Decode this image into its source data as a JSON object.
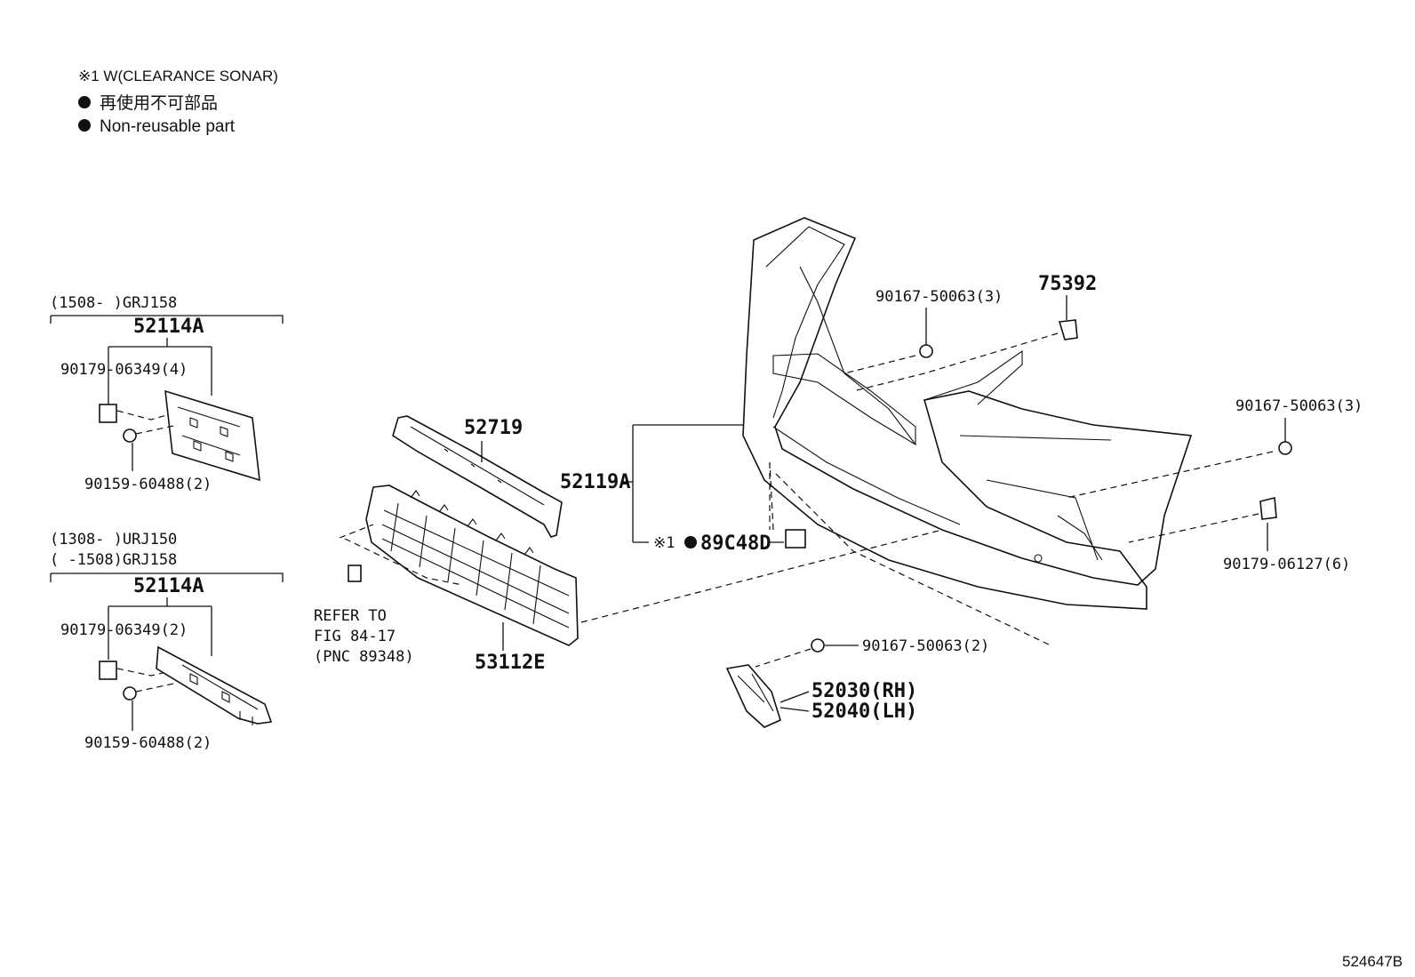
{
  "legend": {
    "note_w": "※1 W(CLEARANCE SONAR)",
    "non_reusable_jp": "再使用不可部品",
    "non_reusable_en": "Non-reusable part"
  },
  "group_top": {
    "applicability": "(1508-    )GRJ158",
    "assembly": "52114A",
    "clip": "90179-06349(4)",
    "screw": "90159-60488(2)"
  },
  "group_bottom": {
    "applicability_1": "(1308-    )URJ150",
    "applicability_2": "(    -1508)GRJ158",
    "assembly": "52114A",
    "clip": "90179-06349(2)",
    "screw": "90159-60488(2)"
  },
  "parts": {
    "p52719": "52719",
    "p52119A": "52119A",
    "p89C48D_prefix": "※1",
    "p89C48D": "89C48D",
    "p53112E": "53112E",
    "refer_1": "REFER TO",
    "refer_2": "FIG 84-17",
    "refer_3": "(PNC 89348)",
    "screw_top": "90167-50063(3)",
    "p75392": "75392",
    "screw_right": "90167-50063(3)",
    "clip_right": "90179-06127(6)",
    "screw_lower": "90167-50063(2)",
    "p52030": "52030(RH)",
    "p52040": "52040(LH)"
  },
  "illustration_id": "524647B"
}
